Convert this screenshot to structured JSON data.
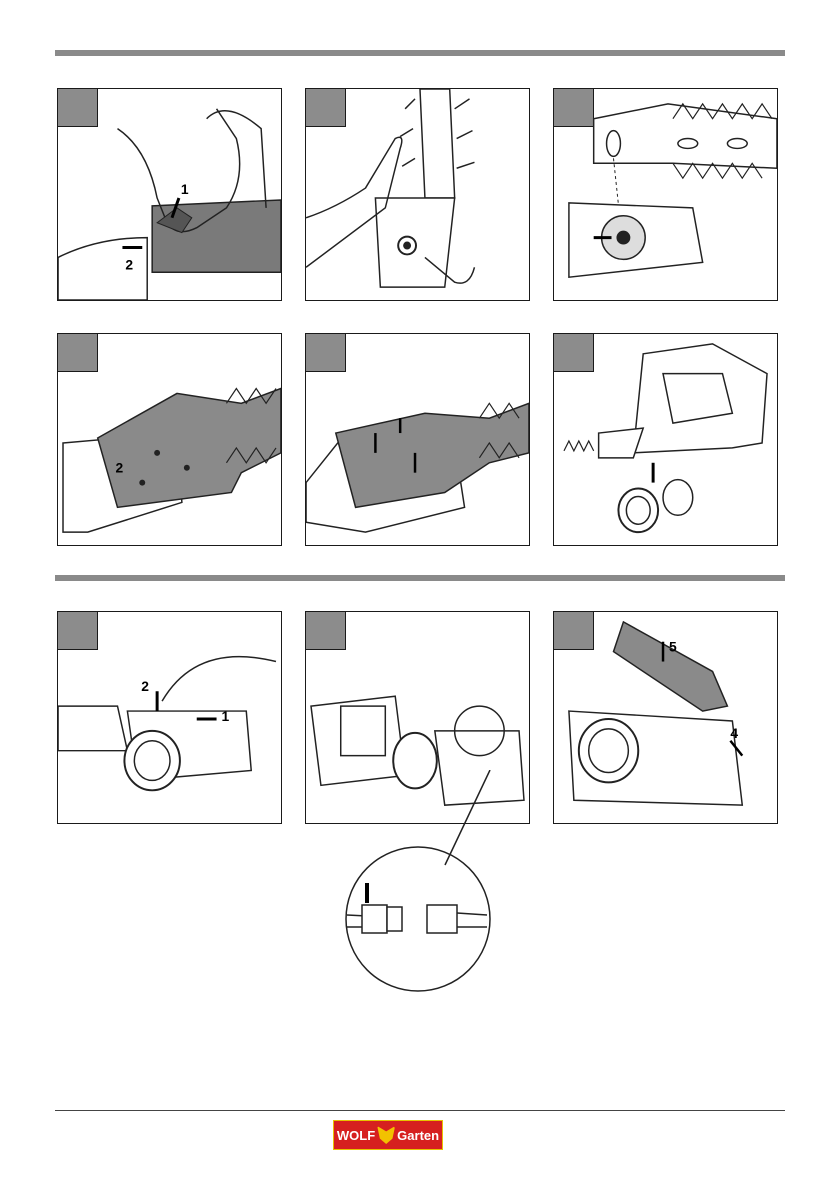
{
  "section1": {
    "panels": [
      {
        "name": "step-release-cover",
        "labels": [
          "1",
          "2"
        ]
      },
      {
        "name": "step-blade-screw",
        "labels": []
      },
      {
        "name": "step-blade-mount",
        "labels": []
      },
      {
        "name": "step-insert-blade",
        "labels": [
          "2"
        ]
      },
      {
        "name": "step-seat-blade",
        "labels": []
      },
      {
        "name": "step-attach-wheel",
        "labels": []
      }
    ]
  },
  "section2": {
    "panels": [
      {
        "name": "step-remove-wheel",
        "labels": [
          "2",
          "1"
        ]
      },
      {
        "name": "step-connector",
        "labels": []
      },
      {
        "name": "step-close-cover",
        "labels": [
          "5",
          "4"
        ]
      }
    ]
  },
  "footer": {
    "logo_left": "WOLF",
    "logo_right": "Garten",
    "accent_color": "#d6201f",
    "logo_border": "#e8c200"
  }
}
